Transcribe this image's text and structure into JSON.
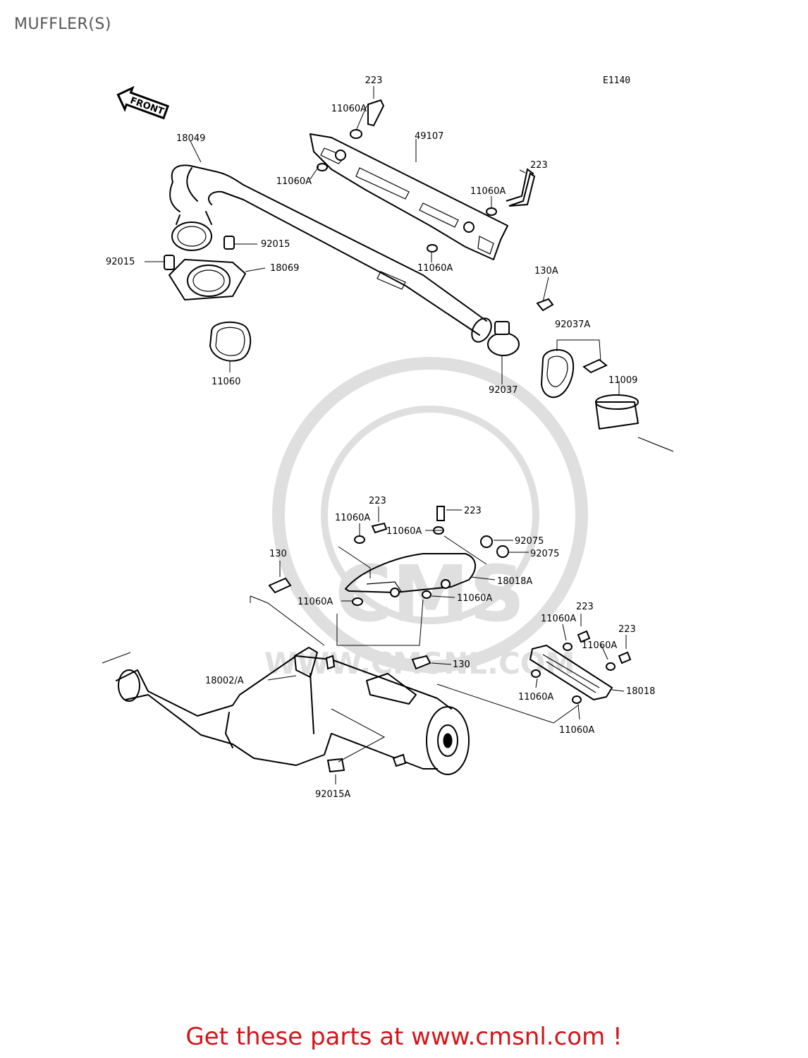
{
  "page": {
    "title": "MUFFLER(S)",
    "diagram_code": "E1140",
    "front_arrow_label": "FRONT",
    "watermark_text": "WWW.CMSNL.COM",
    "footer": "Get these parts at www.cmsnl.com !"
  },
  "colors": {
    "footer_text": "#d4141a",
    "title_text": "#555555",
    "line_art": "#000000"
  },
  "parts": {
    "p223_a": "223",
    "p11060A_a": "11060A",
    "p49107": "49107",
    "p18049": "18049",
    "p11060A_b": "11060A",
    "p223_b": "223",
    "p11060A_c": "11060A",
    "p92015_a": "92015",
    "p92015_b": "92015",
    "p18069": "18069",
    "p11060A_d": "11060A",
    "p130A": "130A",
    "p92037A": "92037A",
    "p11060": "11060",
    "p92037": "92037",
    "p11009": "11009",
    "p223_c": "223",
    "p223_d": "223",
    "p11060A_e": "11060A",
    "p11060A_f": "11060A",
    "p92075_a": "92075",
    "p92075_b": "92075",
    "p130": "130",
    "p18018A": "18018A",
    "p11060A_g": "11060A",
    "p11060A_h": "11060A",
    "p223_e": "223",
    "p11060A_i": "11060A",
    "p223_f": "223",
    "p11060A_j": "11060A",
    "p130_b": "130",
    "p18002A": "18002/A",
    "p18018": "18018",
    "p11060A_k": "11060A",
    "p11060A_l": "11060A",
    "p92015A": "92015A"
  }
}
